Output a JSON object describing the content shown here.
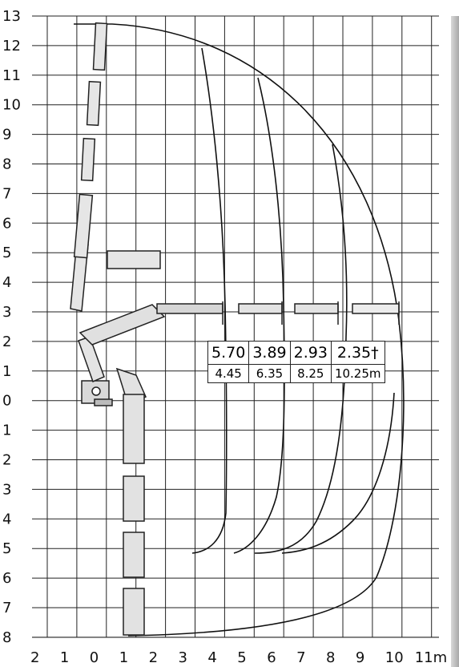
{
  "y_axis_labels": [
    "13",
    "12",
    "11",
    "10",
    "9",
    "8",
    "7",
    "6",
    "5",
    "4",
    "3",
    "2",
    "1",
    "0",
    "1",
    "2",
    "3",
    "4",
    "5",
    "6",
    "7",
    "8"
  ],
  "x_axis_labels": [
    "2",
    "1",
    "0",
    "1",
    "2",
    "3",
    "4",
    "5",
    "6",
    "7",
    "8",
    "9",
    "10",
    "11m"
  ],
  "load_table": {
    "capacities": [
      "5.70",
      "3.89",
      "2.93",
      "2.35†"
    ],
    "radii": [
      "4.45",
      "6.35",
      "8.25",
      "10.25m"
    ]
  }
}
